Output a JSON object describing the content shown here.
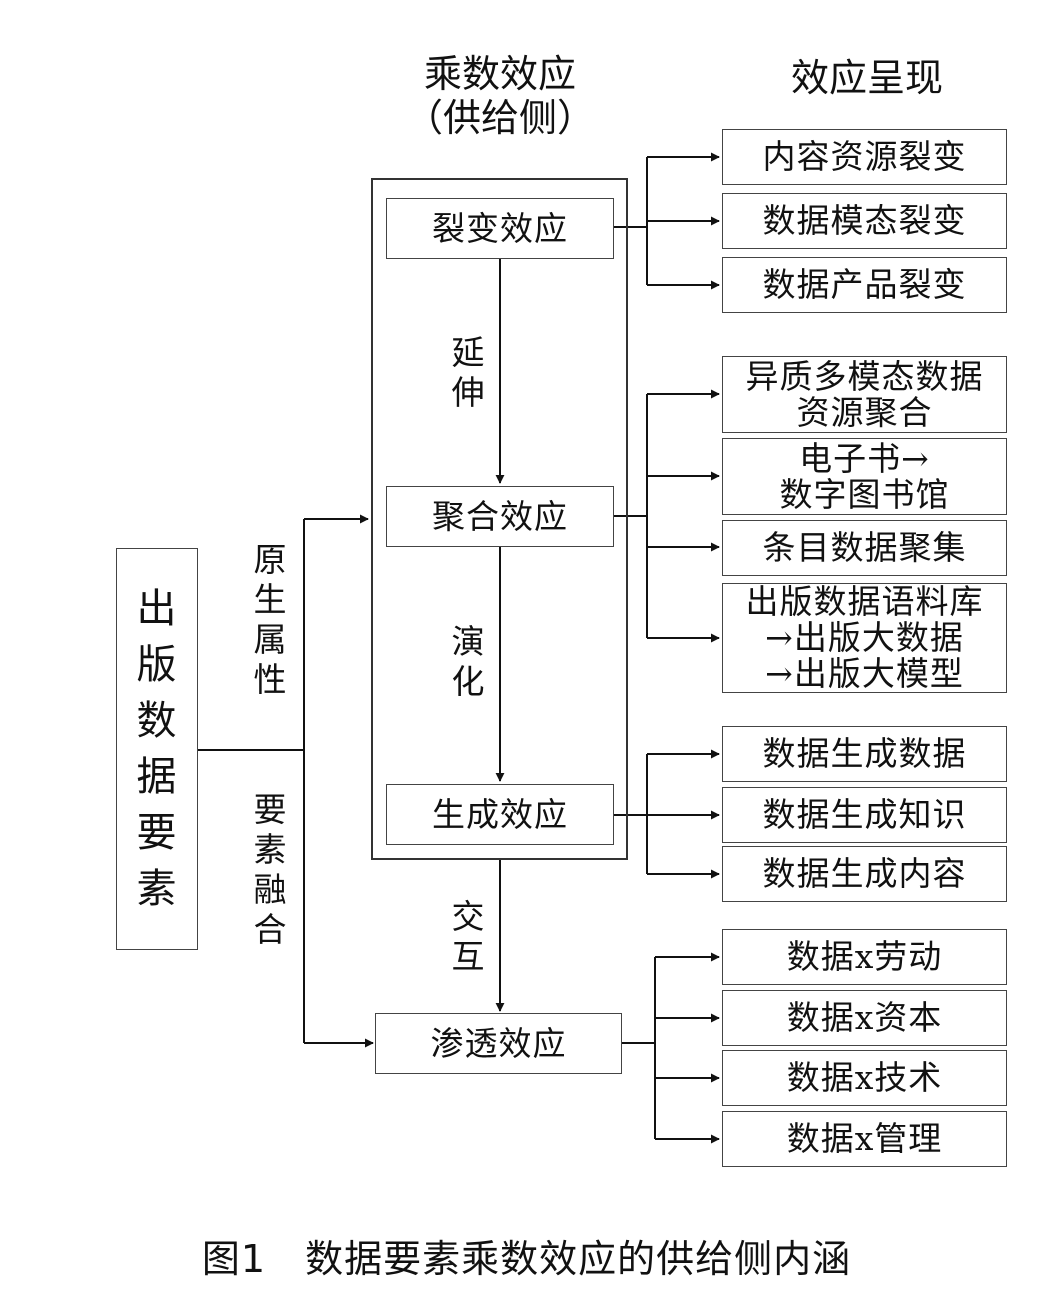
{
  "headers": {
    "multiplier": "乘数效应",
    "multiplier_sub": "（供给侧）",
    "presentation": "效应呈现"
  },
  "source": {
    "label_chars": [
      "出",
      "版",
      "数",
      "据",
      "要",
      "素"
    ]
  },
  "branch_labels": {
    "upper_chars": [
      "原",
      "生",
      "属",
      "性"
    ],
    "lower_chars": [
      "要",
      "素",
      "融",
      "合"
    ]
  },
  "effects": [
    {
      "label": "裂变效应"
    },
    {
      "label": "聚合效应"
    },
    {
      "label": "生成效应"
    },
    {
      "label": "渗透效应"
    }
  ],
  "flow_labels": {
    "extend_chars": [
      "延",
      "伸"
    ],
    "evolve_chars": [
      "演",
      "化"
    ],
    "interact_chars": [
      "交",
      "互"
    ]
  },
  "outcomes": {
    "fission": [
      {
        "lines": [
          "内容资源裂变"
        ]
      },
      {
        "lines": [
          "数据模态裂变"
        ]
      },
      {
        "lines": [
          "数据产品裂变"
        ]
      }
    ],
    "aggregation": [
      {
        "lines": [
          "异质多模态数据",
          "资源聚合"
        ]
      },
      {
        "lines": [
          "电子书→",
          "数字图书馆"
        ]
      },
      {
        "lines": [
          "条目数据聚集"
        ]
      },
      {
        "lines": [
          "出版数据语料库",
          "→出版大数据",
          "→出版大模型"
        ]
      }
    ],
    "generation": [
      {
        "lines": [
          "数据生成数据"
        ]
      },
      {
        "lines": [
          "数据生成知识"
        ]
      },
      {
        "lines": [
          "数据生成内容"
        ]
      }
    ],
    "penetration": [
      {
        "lines": [
          "数据x劳动"
        ]
      },
      {
        "lines": [
          "数据x资本"
        ]
      },
      {
        "lines": [
          "数据x技术"
        ]
      },
      {
        "lines": [
          "数据x管理"
        ]
      }
    ]
  },
  "caption": "图1　数据要素乘数效应的供给侧内涵"
}
